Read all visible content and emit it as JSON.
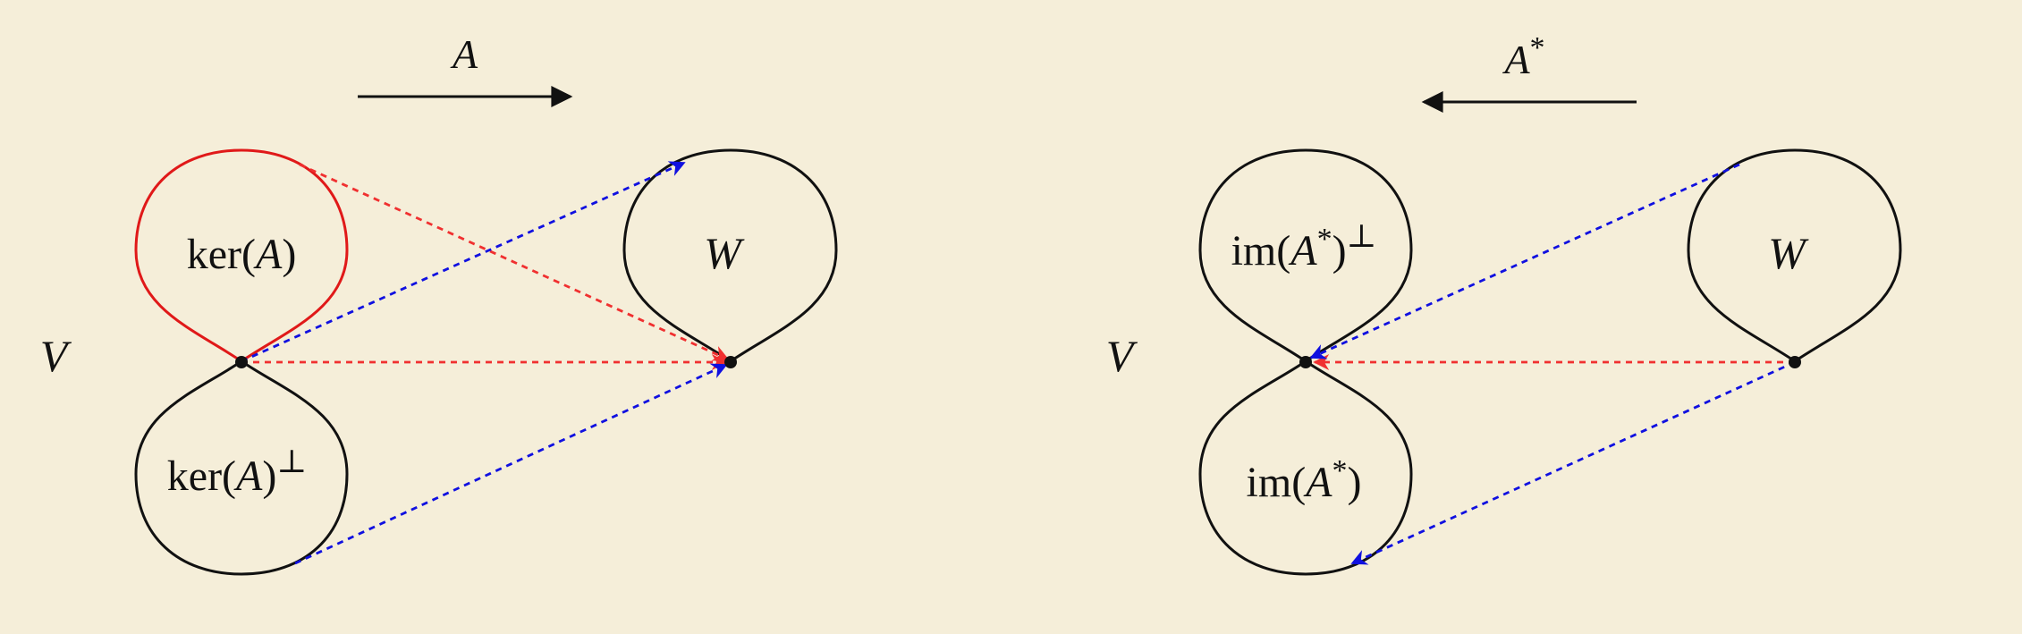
{
  "colors": {
    "background": "#f5eed9",
    "outline": "#111111",
    "kernel_outline": "#e01919",
    "red_arrow": "#f03030",
    "blue_arrow": "#1010e0"
  },
  "left_diagram": {
    "map_label": "A",
    "domain_label": "V",
    "codomain_label": "W",
    "upper_region_label": {
      "pre": "ker(",
      "var": "A",
      "post": ")",
      "sup": ""
    },
    "lower_region_label": {
      "pre": "ker(",
      "var": "A",
      "post": ")",
      "sup": "⊥"
    }
  },
  "right_diagram": {
    "map_label": {
      "var": "A",
      "sup": "*"
    },
    "domain_label": "V",
    "codomain_label": "W",
    "upper_region_label": {
      "pre": "im(",
      "var": "A",
      "star": "*",
      "post": ")",
      "sup": "⊥"
    },
    "lower_region_label": {
      "pre": "im(",
      "var": "A",
      "star": "*",
      "post": ")",
      "sup": ""
    }
  }
}
